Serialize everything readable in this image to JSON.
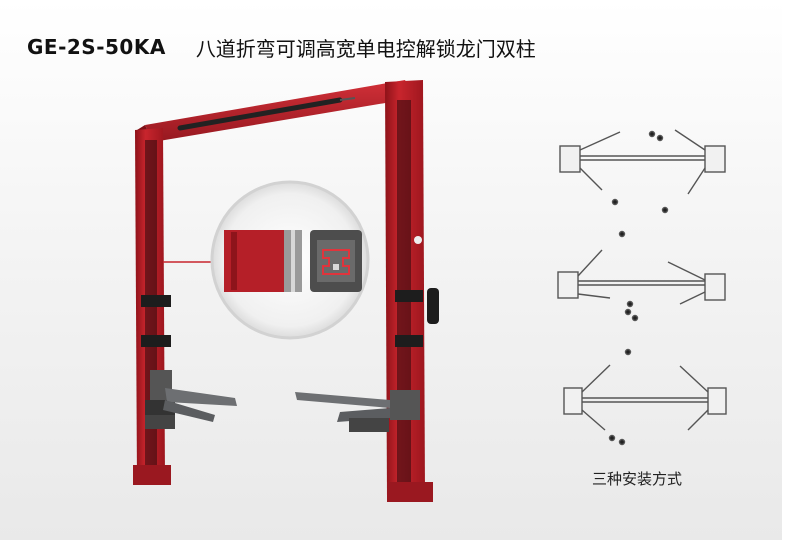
{
  "header": {
    "model": "GE-2S-50KA",
    "title": "八道折弯可调高宽单电控解锁龙门双柱"
  },
  "product_image": {
    "icon": "two-post-lift-image",
    "main_color": "#b71c24",
    "arm_color": "#6d6f72"
  },
  "detail_callout": {
    "icon": "column-profile-detail-image"
  },
  "installation": {
    "caption": "三种安装方式",
    "icons": [
      "arm-layout-symmetric-icon",
      "arm-layout-asymmetric-icon",
      "arm-layout-reversed-icon"
    ]
  }
}
